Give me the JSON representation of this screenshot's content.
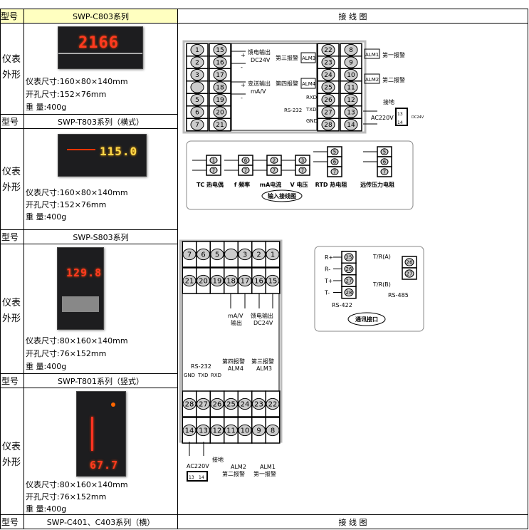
{
  "table": {
    "model_label": "型号",
    "appearance_label": "仪表外形",
    "wiring_header": "接 线 图",
    "rows": [
      {
        "model": "SWP-C803系列",
        "size": "仪表尺寸:160×80×140mm",
        "cutout": "开孔尺寸:152×76mm",
        "weight": "重 量:400g",
        "display": "2166"
      },
      {
        "model": "SWP-T803系列（横式）",
        "size": "仪表尺寸:160×80×140mm",
        "cutout": "开孔尺寸:152×76mm",
        "weight": "重 量:400g",
        "display": "115.0"
      },
      {
        "model": "SWP-S803系列",
        "size": "仪表尺寸:80×160×140mm",
        "cutout": "开孔尺寸:76×152mm",
        "weight": "重 量:400g",
        "display": "129.8"
      },
      {
        "model": "SWP-T801系列（竖式）",
        "size": "仪表尺寸:80×160×140mm",
        "cutout": "开孔尺寸:76×152mm",
        "weight": "重 量:400g",
        "display": "67.7"
      }
    ],
    "last_model": "SWP-C401、C403系列（横）"
  },
  "horizontal": {
    "col_a": [
      "1",
      "2",
      "3",
      "",
      "5",
      "6",
      "7"
    ],
    "col_b": [
      "15",
      "16",
      "17",
      "18",
      "19",
      "20",
      "21"
    ],
    "col_c": [
      "22",
      "23",
      "24",
      "25",
      "26",
      "27",
      "28"
    ],
    "col_d": [
      "8",
      "9",
      "10",
      "11",
      "12",
      "13",
      "14"
    ],
    "feed_output": "馈电输出",
    "dc24v": "DC24V",
    "transmit_output": "变送输出",
    "ma_v": "mA/V",
    "alarm3": "第三报警",
    "alm3": "ALM3",
    "alarm4": "第四报警",
    "alm4": "ALM4",
    "rxd": "RXD",
    "txd": "TXD",
    "gnd": "GND",
    "rs232": "RS-232",
    "alm1": "ALM1",
    "alarm1": "第一报警",
    "alm2": "ALM2",
    "alarm2": "第二报警",
    "ground": "接地",
    "ac220v": "AC220V",
    "power_terms": [
      "13",
      "14"
    ],
    "dc24v_small": "DC24V",
    "plus": "+",
    "minus": "-"
  },
  "input": {
    "items": [
      {
        "terms": [
          "1",
          "7"
        ],
        "label": "TC 热电偶"
      },
      {
        "terms": [
          "6",
          "7"
        ],
        "label": "f 频率"
      },
      {
        "terms": [
          "2",
          "7"
        ],
        "label": "mA电流"
      },
      {
        "terms": [
          "3",
          "7"
        ],
        "label": "V 电压"
      },
      {
        "terms": [
          "5",
          "6",
          "7"
        ],
        "label": "RTD 热电阻"
      },
      {
        "terms": [
          "5",
          "6",
          "7"
        ],
        "label": "远传压力电阻"
      }
    ],
    "caption": "输入接线图"
  },
  "vertical": {
    "row1": [
      "7",
      "6",
      "5",
      "",
      "3",
      "2",
      "1"
    ],
    "row2": [
      "21",
      "20",
      "19",
      "18",
      "17",
      "16",
      "15"
    ],
    "row3": [
      "28",
      "27",
      "26",
      "25",
      "24",
      "23",
      "22"
    ],
    "row4": [
      "14",
      "13",
      "12",
      "11",
      "10",
      "9",
      "8"
    ],
    "ma_v": "mA/V",
    "output": "输出",
    "feed_output": "馈电输出",
    "dc24v": "DC24V",
    "rs232": "RS-232",
    "gnd": "GND",
    "txd": "TXD",
    "rxd": "RXD",
    "alarm4": "第四报警",
    "alm4": "ALM4",
    "alarm3": "第三报警",
    "alm3": "ALM3",
    "ac220v": "AC220V",
    "ground": "接地",
    "alm2": "ALM2",
    "alarm2": "第二报警",
    "alm1": "ALM1",
    "alarm1": "第一报警",
    "power_terms": [
      "13",
      "14"
    ]
  },
  "comm": {
    "rs422_terms": [
      "25",
      "26",
      "27",
      "28"
    ],
    "rs422_labels": [
      "R+",
      "R-",
      "T+",
      "T-"
    ],
    "rs422": "RS-422",
    "rs485_terms": [
      "26",
      "27"
    ],
    "tra": "T/R(A)",
    "trb": "T/R(B)",
    "rs485": "RS-485",
    "caption": "通讯接口"
  }
}
